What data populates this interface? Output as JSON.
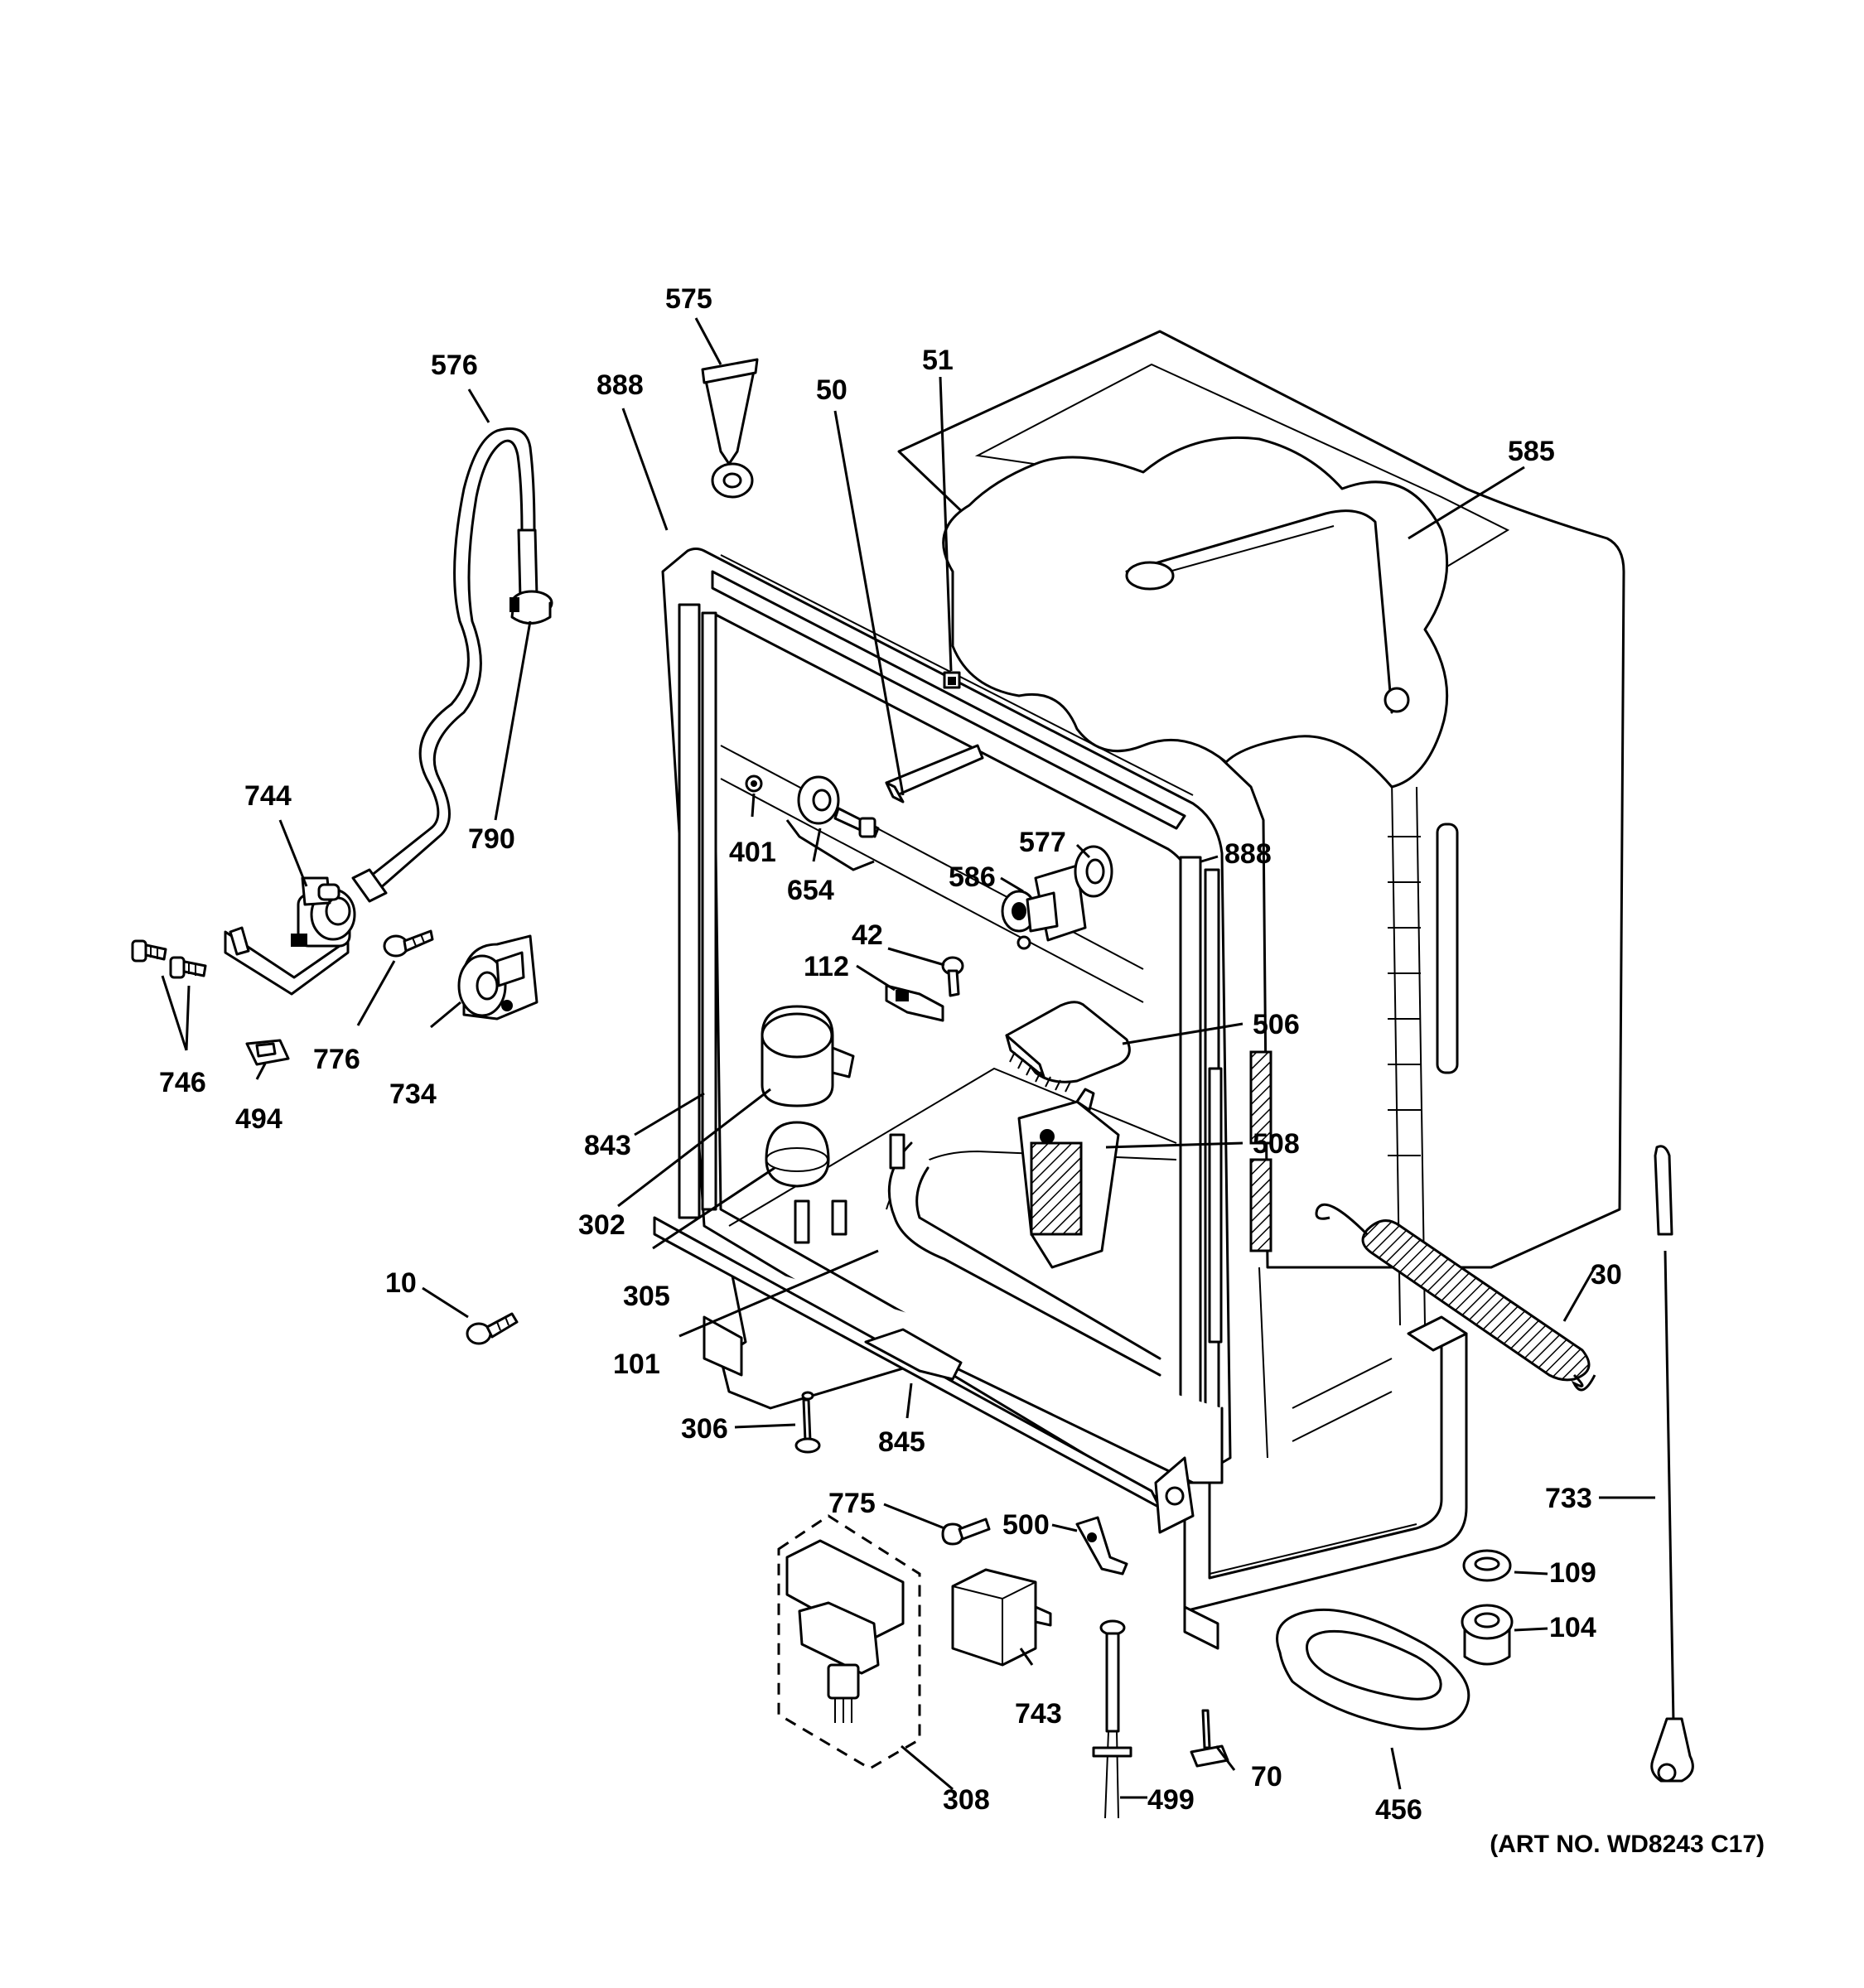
{
  "diagram": {
    "art_number": "(ART NO. WD8243 C17)",
    "callouts": {
      "c575": "575",
      "c576": "576",
      "c888a": "888",
      "c50": "50",
      "c51": "51",
      "c585": "585",
      "c744": "744",
      "c790": "790",
      "c401": "401",
      "c654": "654",
      "c577": "577",
      "c888b": "888",
      "c586": "586",
      "c42": "42",
      "c112": "112",
      "c746": "746",
      "c776": "776",
      "c734": "734",
      "c494": "494",
      "c506": "506",
      "c843": "843",
      "c508": "508",
      "c302": "302",
      "c305": "305",
      "c30": "30",
      "c10": "10",
      "c101": "101",
      "c306": "306",
      "c845": "845",
      "c775": "775",
      "c500": "500",
      "c733": "733",
      "c109": "109",
      "c104": "104",
      "c743": "743",
      "c70": "70",
      "c456": "456",
      "c499": "499",
      "c308": "308"
    }
  }
}
